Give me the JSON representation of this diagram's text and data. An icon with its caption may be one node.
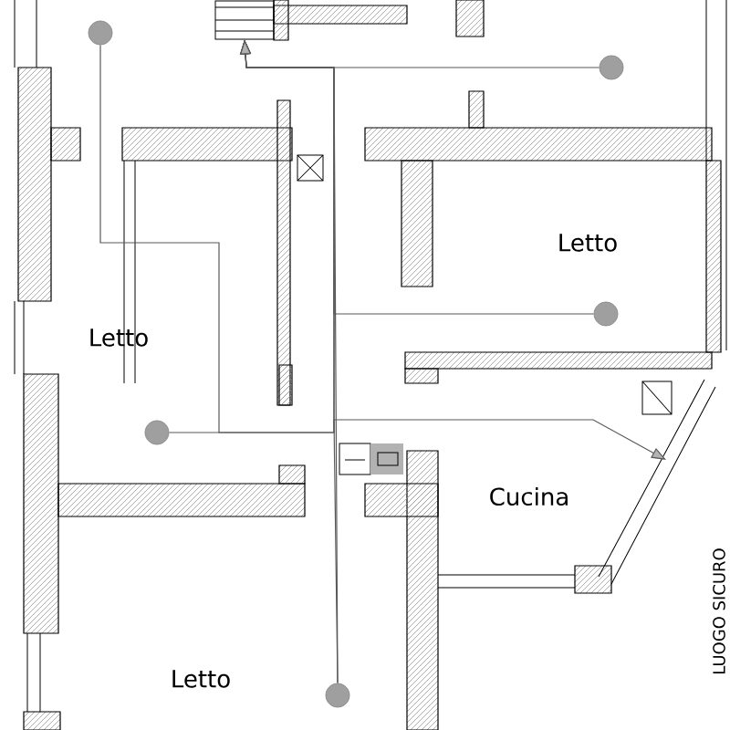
{
  "diagram": {
    "nodes": [
      {
        "text": [],
        "shape": "circle"
      },
      {
        "text": [],
        "shape": "picture"
      },
      {
        "text": [],
        "shape": "circle"
      },
      {
        "text": [],
        "shape": "circle"
      },
      {
        "text": [],
        "shape": "circle"
      },
      {
        "text": [],
        "shape": "circle"
      }
    ],
    "edges": [
      {
        "from": 0,
        "to": 1,
        "arrow": "to"
      },
      {
        "from": 2,
        "to": 1,
        "arrow": "to"
      },
      {
        "from": 3,
        "to": 1,
        "arrow": "to"
      },
      {
        "from": 4,
        "to": 1,
        "arrow": "to"
      },
      {
        "from": 5,
        "to": 1,
        "arrow": "to"
      },
      {
        "from": 5,
        "to": null,
        "arrow": "to"
      }
    ],
    "labels": [
      "Letto",
      "Letto",
      "Cucina",
      "Letto",
      "LUOGO SICURO"
    ]
  }
}
